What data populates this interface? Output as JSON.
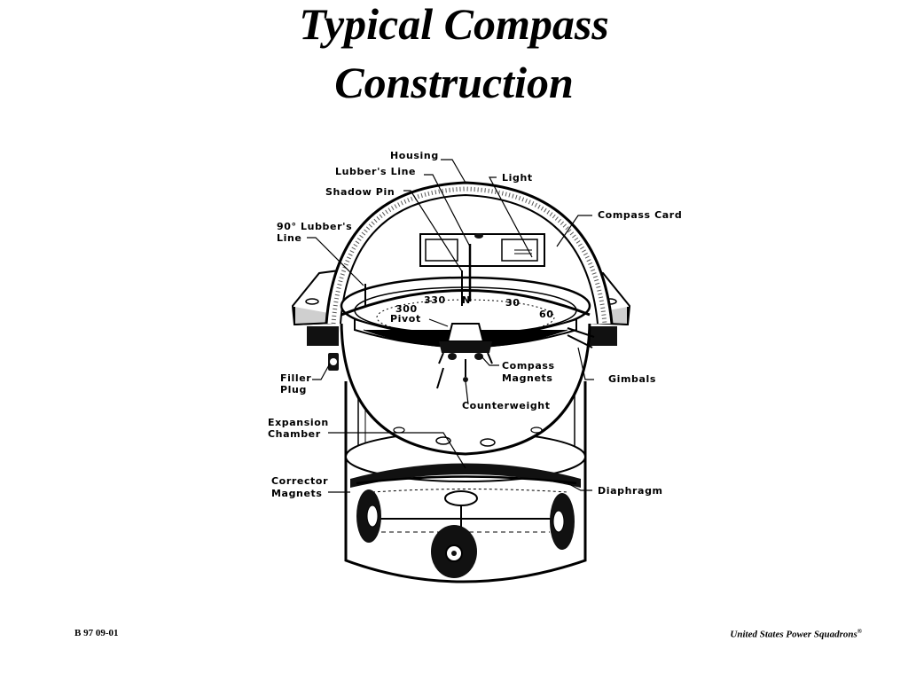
{
  "slide": {
    "title_line_1": "Typical Compass",
    "title_line_2": "Construction",
    "footer_left": "B 97 09-01",
    "footer_right": "United States Power Squadrons",
    "footer_right_mark": "®"
  },
  "diagram": {
    "labels": {
      "housing": "Housing",
      "lubbers_line": "Lubber's Line",
      "shadow_pin": "Shadow Pin",
      "light": "Light",
      "compass_card": "Compass Card",
      "lubbers_90_line1": "90° Lubber's",
      "lubbers_90_line2": "Line",
      "pivot": "Pivot",
      "compass_magnets_line1": "Compass",
      "compass_magnets_line2": "Magnets",
      "gimbals": "Gimbals",
      "filler_plug_line1": "Filler",
      "filler_plug_line2": "Plug",
      "counterweight": "Counterweight",
      "expansion_chamber_line1": "Expansion",
      "expansion_chamber_line2": "Chamber",
      "corrector_magnets_line1": "Corrector",
      "corrector_magnets_line2": "Magnets",
      "diaphragm": "Diaphragm"
    },
    "card_marks": {
      "n": "N",
      "mark_330": "330",
      "mark_300": "300",
      "mark_30": "30",
      "mark_60": "60"
    }
  }
}
